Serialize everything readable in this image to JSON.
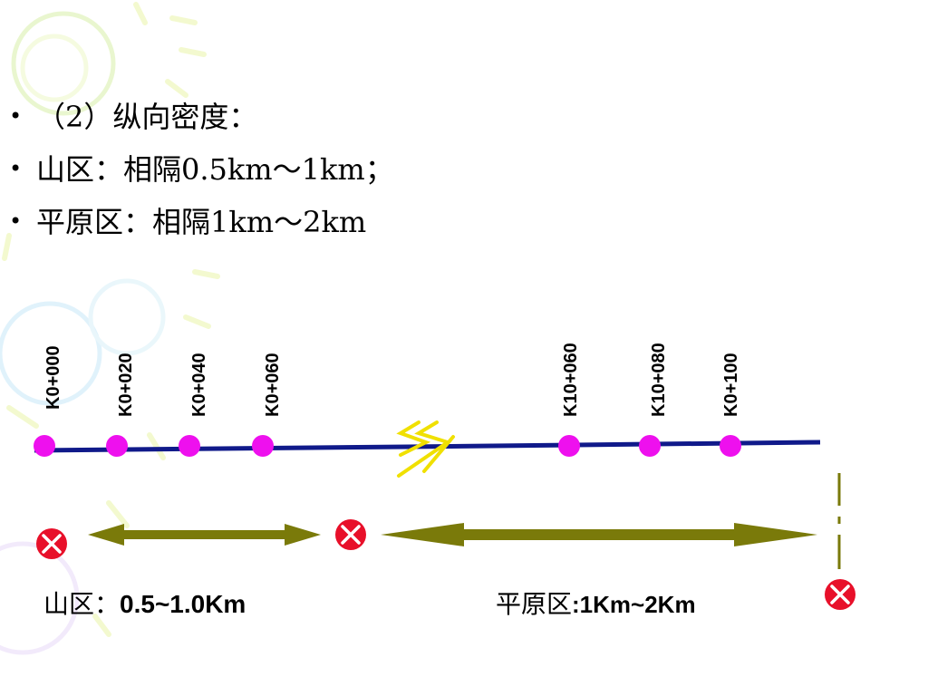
{
  "bullets": [
    {
      "text": "（2）纵向密度："
    },
    {
      "text": "山区：相隔0.5km～1km；"
    },
    {
      "text": "平原区：相隔1km～2km"
    }
  ],
  "stations": [
    {
      "label": "K0+000"
    },
    {
      "label": "K0+020"
    },
    {
      "label": "K0+040"
    },
    {
      "label": "K0+060"
    },
    {
      "label": "K10+060"
    },
    {
      "label": "K10+080"
    },
    {
      "label": "K0+100"
    }
  ],
  "captions": {
    "mountain_prefix": "山区：",
    "mountain_value": "0.5~1.0Km",
    "plain_prefix": "平原区",
    "plain_value": ":1Km~2Km"
  },
  "colors": {
    "route_line": "#101a8a",
    "station_dot": "#ee10ee",
    "arrow": "#7a7a0a",
    "marker_fill": "#e8102a",
    "break_symbol": "#f0e000"
  }
}
